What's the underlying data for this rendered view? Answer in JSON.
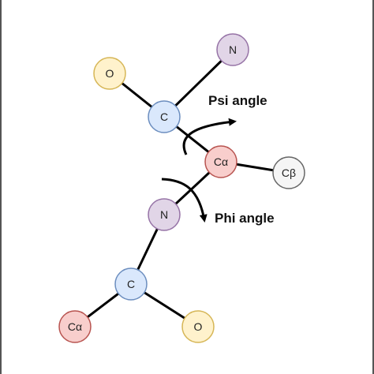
{
  "diagram": {
    "atoms": {
      "n_top": {
        "label": "N",
        "fill": "#e1d5e7",
        "stroke": "#9673a6"
      },
      "o_top": {
        "label": "O",
        "fill": "#fff2cc",
        "stroke": "#d6b656"
      },
      "c_top": {
        "label": "C",
        "fill": "#dae8fc",
        "stroke": "#6c8ebf"
      },
      "ca_mid": {
        "label": "Cα",
        "fill": "#f8cecc",
        "stroke": "#b85450"
      },
      "cb": {
        "label": "Cβ",
        "fill": "#f5f5f5",
        "stroke": "#666666"
      },
      "n_mid": {
        "label": "N",
        "fill": "#e1d5e7",
        "stroke": "#9673a6"
      },
      "c_bot": {
        "label": "C",
        "fill": "#dae8fc",
        "stroke": "#6c8ebf"
      },
      "ca_bot": {
        "label": "Cα",
        "fill": "#f8cecc",
        "stroke": "#b85450"
      },
      "o_bot": {
        "label": "O",
        "fill": "#fff2cc",
        "stroke": "#d6b656"
      }
    },
    "psi_label": "Psi angle",
    "phi_label": "Phi angle"
  }
}
